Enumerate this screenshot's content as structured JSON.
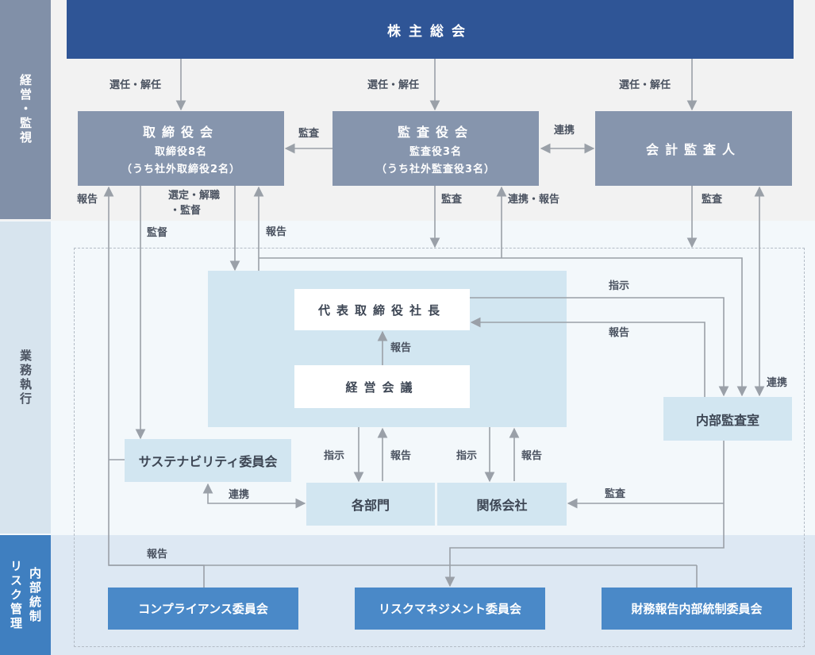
{
  "sections": {
    "governance": "経営・監視",
    "execution": "業務執行",
    "internal_control": "内部統制",
    "risk": "リスク管理"
  },
  "boxes": {
    "shareholders": "株主総会",
    "board": {
      "title": "取締役会",
      "line1": "取締役8名",
      "line2": "（うち社外取締役2名）"
    },
    "audit_board": {
      "title": "監査役会",
      "line1": "監査役3名",
      "line2": "（うち社外監査役3名）"
    },
    "accounting_auditor": "会計監査人",
    "president": "代表取締役社長",
    "management_meeting": "経営会議",
    "sustainability": "サステナビリティ委員会",
    "departments": "各部門",
    "affiliates": "関係会社",
    "internal_audit": "内部監査室",
    "compliance": "コンプライアンス委員会",
    "risk_mgmt": "リスクマネジメント委員会",
    "financial_reporting": "財務報告内部統制委員会"
  },
  "labels": {
    "elect1": "選任・解任",
    "elect2": "選任・解任",
    "elect3": "選任・解任",
    "audit_board_to_board": "監査",
    "cooperation_top": "連携",
    "report_left": "報告",
    "select_dismiss": "選定・解職",
    "supervise_dot": "・監督",
    "supervise": "監督",
    "report_board": "報告",
    "audit_mid": "監査",
    "coop_report": "連携・報告",
    "audit_right": "監査",
    "instruct_ia": "指示",
    "report_ia": "報告",
    "report_meeting": "報告",
    "coop_right": "連携",
    "instruct_dept": "指示",
    "report_dept": "報告",
    "instruct_aff": "指示",
    "report_aff": "報告",
    "coop_sustain": "連携",
    "audit_aff": "監査",
    "report_bottom": "報告"
  }
}
